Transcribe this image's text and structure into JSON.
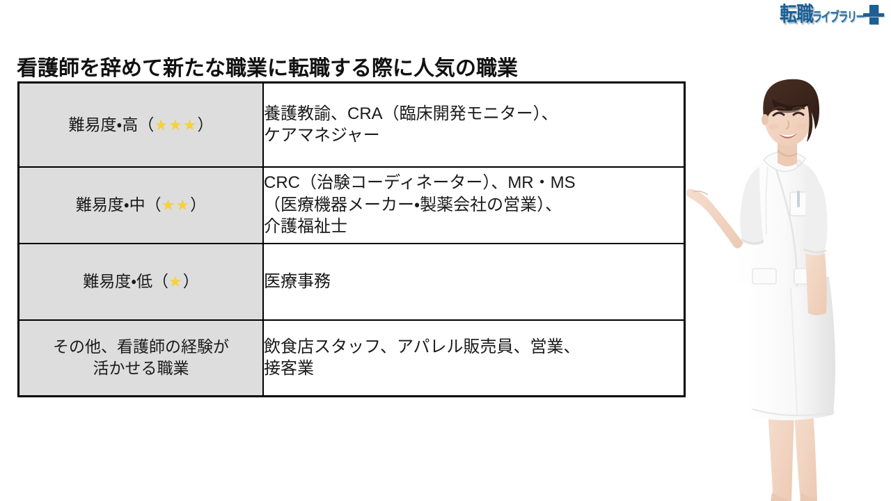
{
  "logo": {
    "brand_main": "転職",
    "brand_sub": "ライブラリー",
    "plus_mark": "plus-cross",
    "color": "#1d5f92"
  },
  "title": "看護師を辞めて新たな職業に転職する際に人気の職業",
  "table": {
    "star_color": "#f4d13d",
    "label_bg": "#dddddd",
    "border_color": "#000000",
    "rows": [
      {
        "label_prefix": "難易度・高（",
        "stars": "★★★",
        "label_suffix": "）",
        "label_line2": "",
        "value_lines": [
          "養護教諭、CRA（臨床開発モニター）、",
          "ケアマネジャー"
        ]
      },
      {
        "label_prefix": "難易度・中（",
        "stars": "★★",
        "label_suffix": "）",
        "label_line2": "",
        "value_lines": [
          "CRC（治験コーディネーター）、MR・MS",
          "（医療機器メーカー・製薬会社の営業）、",
          "介護福祉士"
        ]
      },
      {
        "label_prefix": "難易度・低（",
        "stars": "★",
        "label_suffix": "）",
        "label_line2": "",
        "value_lines": [
          "医療事務"
        ]
      },
      {
        "label_prefix": "その他、看護師の経験が",
        "stars": "",
        "label_suffix": "",
        "label_line2": "活かせる職業",
        "value_lines": [
          "飲食店スタッフ、アパレル販売員、営業、",
          "接客業"
        ]
      }
    ]
  },
  "nurse": {
    "alt": "白衣の看護師が手を差し出して案内している写真"
  }
}
